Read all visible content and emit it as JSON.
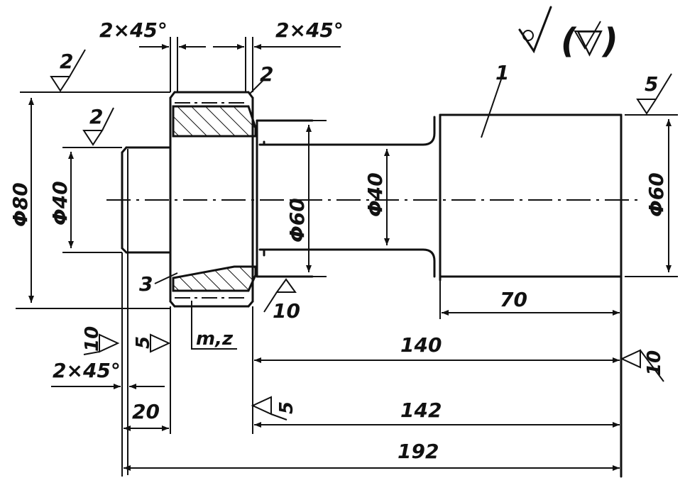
{
  "chamfer_labels": {
    "left_top": "2×45°",
    "right_top": "2×45°",
    "bore": "2×45°"
  },
  "roughness_symbol": {
    "label": "√(√)",
    "top_right_marks": "(▽)"
  },
  "roughness_values": {
    "gear_od": "2",
    "bore_left": "2",
    "right_end": "5",
    "gear_face_right": "10",
    "left_face_a": "10",
    "left_face_b": "5",
    "shoulder_140": "10",
    "shoulder_142": "5"
  },
  "diameters": {
    "gear_outer": "Φ80",
    "bore": "Φ40",
    "hub": "Φ60",
    "neck": "Φ40",
    "journal": "Φ60"
  },
  "lengths": {
    "hub_20": "20",
    "journal_70": "70",
    "to_end_140": "140",
    "to_end_142": "142",
    "overall_192": "192"
  },
  "callouts": {
    "item_1": "1",
    "item_2": "2",
    "item_3": "3",
    "gear_params": "m,z"
  }
}
